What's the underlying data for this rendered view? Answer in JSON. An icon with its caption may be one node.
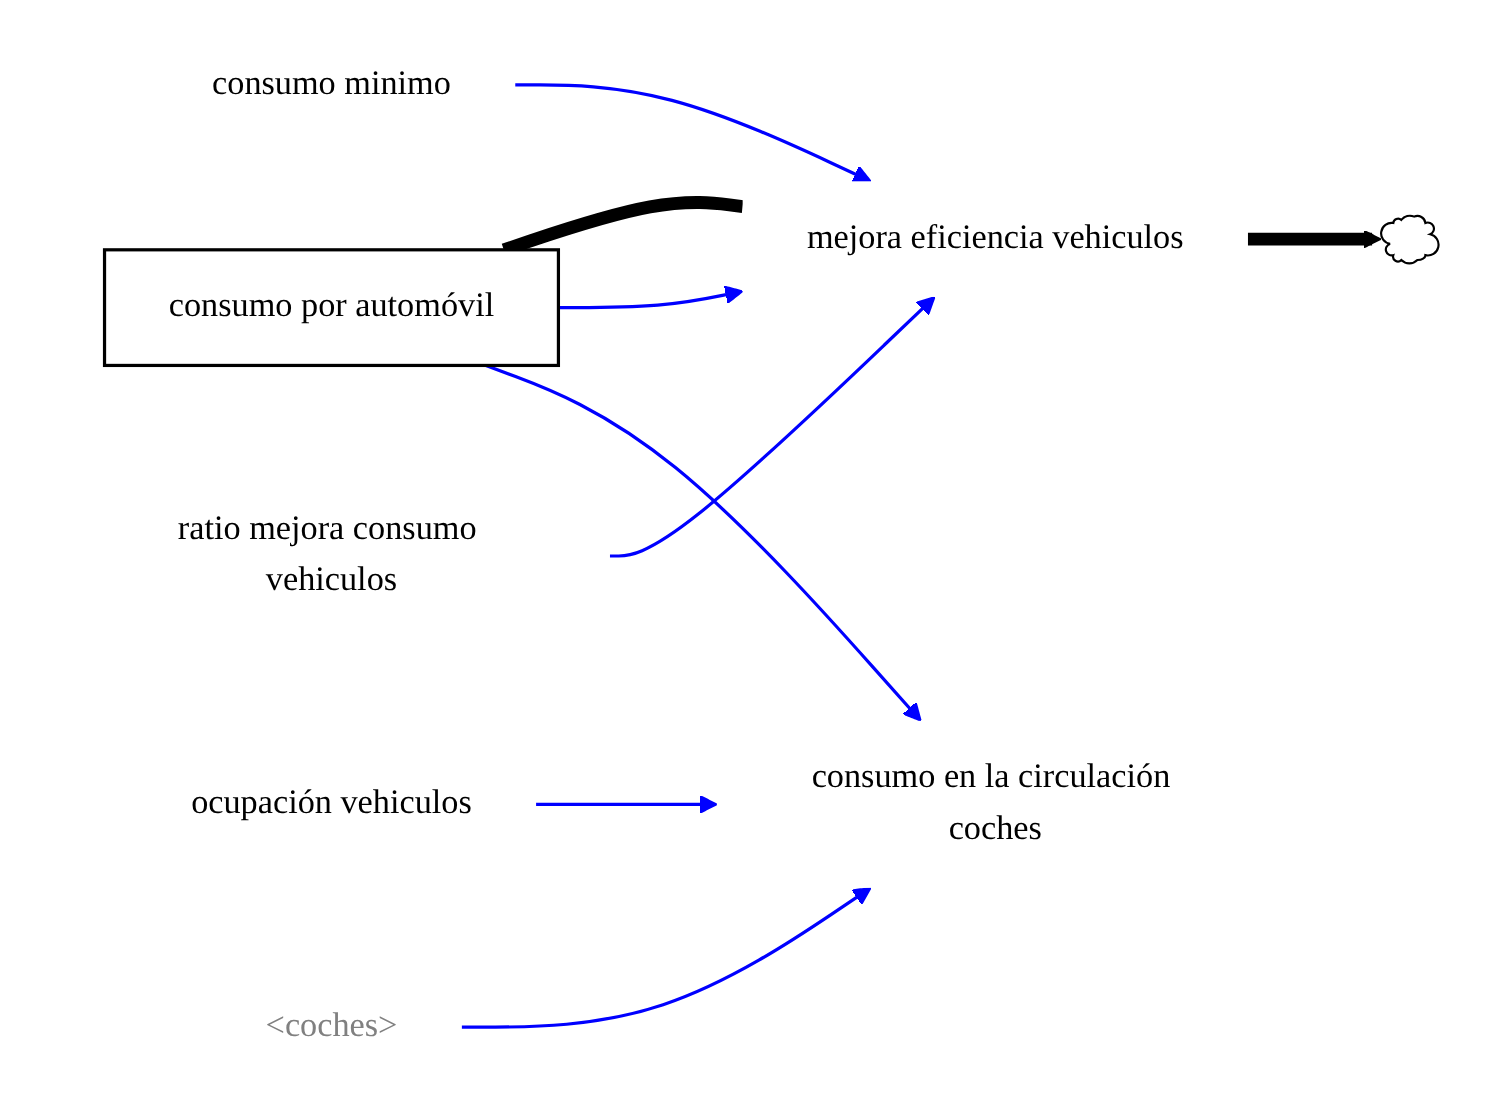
{
  "diagram": {
    "nodes": [
      {
        "text": [
          "consumo por automóvil"
        ]
      },
      {
        "text": [
          "mejora eficiencia vehiculos"
        ]
      },
      {
        "text": [],
        "shape": "cloud"
      },
      {
        "text": [
          "consumo minimo"
        ]
      },
      {
        "text": [
          "ratio mejora consumo vehiculos"
        ]
      },
      {
        "text": [
          "consumo en la circulación coches"
        ]
      },
      {
        "text": [
          "ocupación vehiculos"
        ]
      },
      {
        "text": [
          "<coches>"
        ]
      }
    ],
    "edges": [
      {
        "from": 0,
        "to": 1,
        "arrow": "none",
        "style": "thick",
        "color": "#000000"
      },
      {
        "from": 1,
        "to": 2,
        "arrow": "to",
        "style": "thick",
        "color": "#000000"
      },
      {
        "from": 3,
        "to": 1,
        "arrow": "to"
      },
      {
        "from": 0,
        "to": 1,
        "arrow": "to"
      },
      {
        "from": 4,
        "to": 1,
        "arrow": "to"
      },
      {
        "from": 0,
        "to": 5,
        "arrow": "to"
      },
      {
        "from": 6,
        "to": 5,
        "arrow": "to"
      },
      {
        "from": 7,
        "to": 5,
        "arrow": "to"
      }
    ]
  }
}
